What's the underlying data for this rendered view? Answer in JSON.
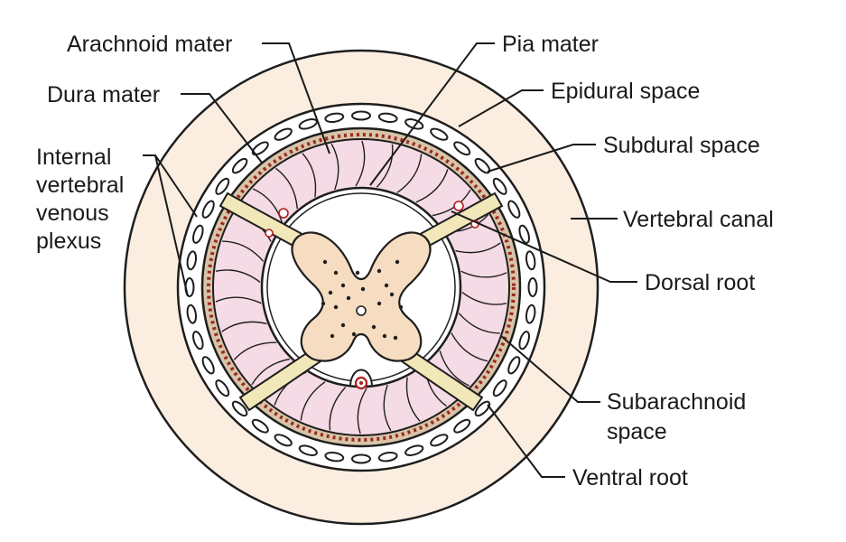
{
  "labels": {
    "arachnoid_mater": "Arachnoid mater",
    "pia_mater": "Pia mater",
    "dura_mater": "Dura mater",
    "epidural_space": "Epidural space",
    "subdural_space": "Subdural space",
    "internal_vertebral_venous_plexus": [
      "Internal",
      "vertebral",
      "venous",
      "plexus"
    ],
    "vertebral_canal": "Vertebral canal",
    "dorsal_root": "Dorsal root",
    "subarachnoid_space": [
      "Subarachnoid",
      "space"
    ],
    "ventral_root": "Ventral root"
  },
  "colors": {
    "canal_fill": "#fbeee1",
    "epidural_fill": "#ffffff",
    "dura_fill": "#c9b39a",
    "subarachnoid_fill": "#f5dbe6",
    "root_fill": "#f1e7b9",
    "grey_matter": "#f6dcc0",
    "outline": "#1e1e1e",
    "vessel_red": "#b21d1d"
  },
  "icons": [
    "vein-icon",
    "central-canal-icon",
    "spinal-artery-icon"
  ]
}
